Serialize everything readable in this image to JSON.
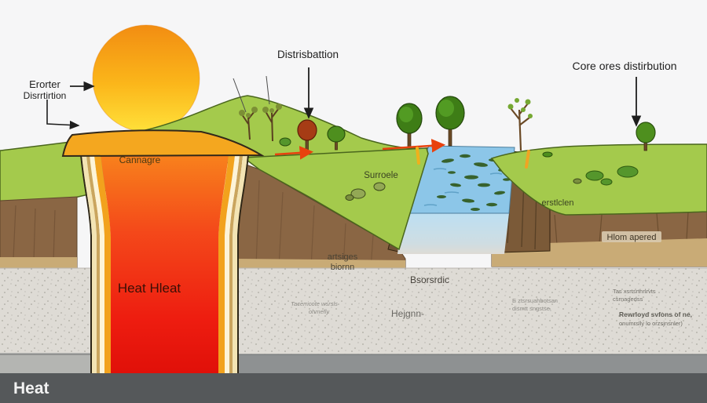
{
  "caption": "Heat",
  "labels": {
    "sun_pointer_line1": "Erorter",
    "sun_pointer_line2": "Disrrtirtion",
    "hill_pointer": "Distrisbattion",
    "tree_pointer": "Core ores distirbution",
    "column_cap": "Cannagre",
    "slope": "Surroele",
    "right_grass": "erstlclen",
    "right_soil": "Hlom apered",
    "left_soil_line1": "artsiges",
    "left_soil_line2": "biornn",
    "stone_label_a": "Bsorsrdic",
    "stone_label_b": "Hejgnn-",
    "stone_note_left_line1": "Tacerricote wsrsls",
    "stone_note_left_line2": "ohmefly",
    "stone_note_mid_line1": "E ztsrsuahbotsan",
    "stone_note_mid_line2": "dismtt sngstse,",
    "stone_note_right_line1": "Tas xsrtsrthrlrvts",
    "stone_note_right_line2": "csrnagedss",
    "stone_note_right2_line1": "Rewrloyd svfons of ne,",
    "stone_note_right2_line2": "onumrslly lo orzsjnsnler)",
    "column_body": "Heat Hleat"
  },
  "colors": {
    "sky": "#f6f6f7",
    "sun_top": "#f28d12",
    "sun_bottom": "#ffe13a",
    "grass": "#a4ca4c",
    "grass_edge": "#4a661d",
    "soil_brown": "#8a6644",
    "soil_tan": "#c9ab76",
    "stone": "#dedbd5",
    "basement_band": "#8e9192",
    "caption_bar": "#55585a",
    "caption_text": "#f2f2f2",
    "column_cap_orange": "#f4a71f",
    "column_red_top": "#f8821c",
    "column_red_bottom": "#e01009",
    "stripe_cream": "#f3e4b4",
    "stripe_tan": "#caa55e",
    "river_blue": "#8cc6e8",
    "river_light": "#bcdff2",
    "arrow_red": "#e8410e",
    "arrow_black": "#1e1e1e"
  }
}
